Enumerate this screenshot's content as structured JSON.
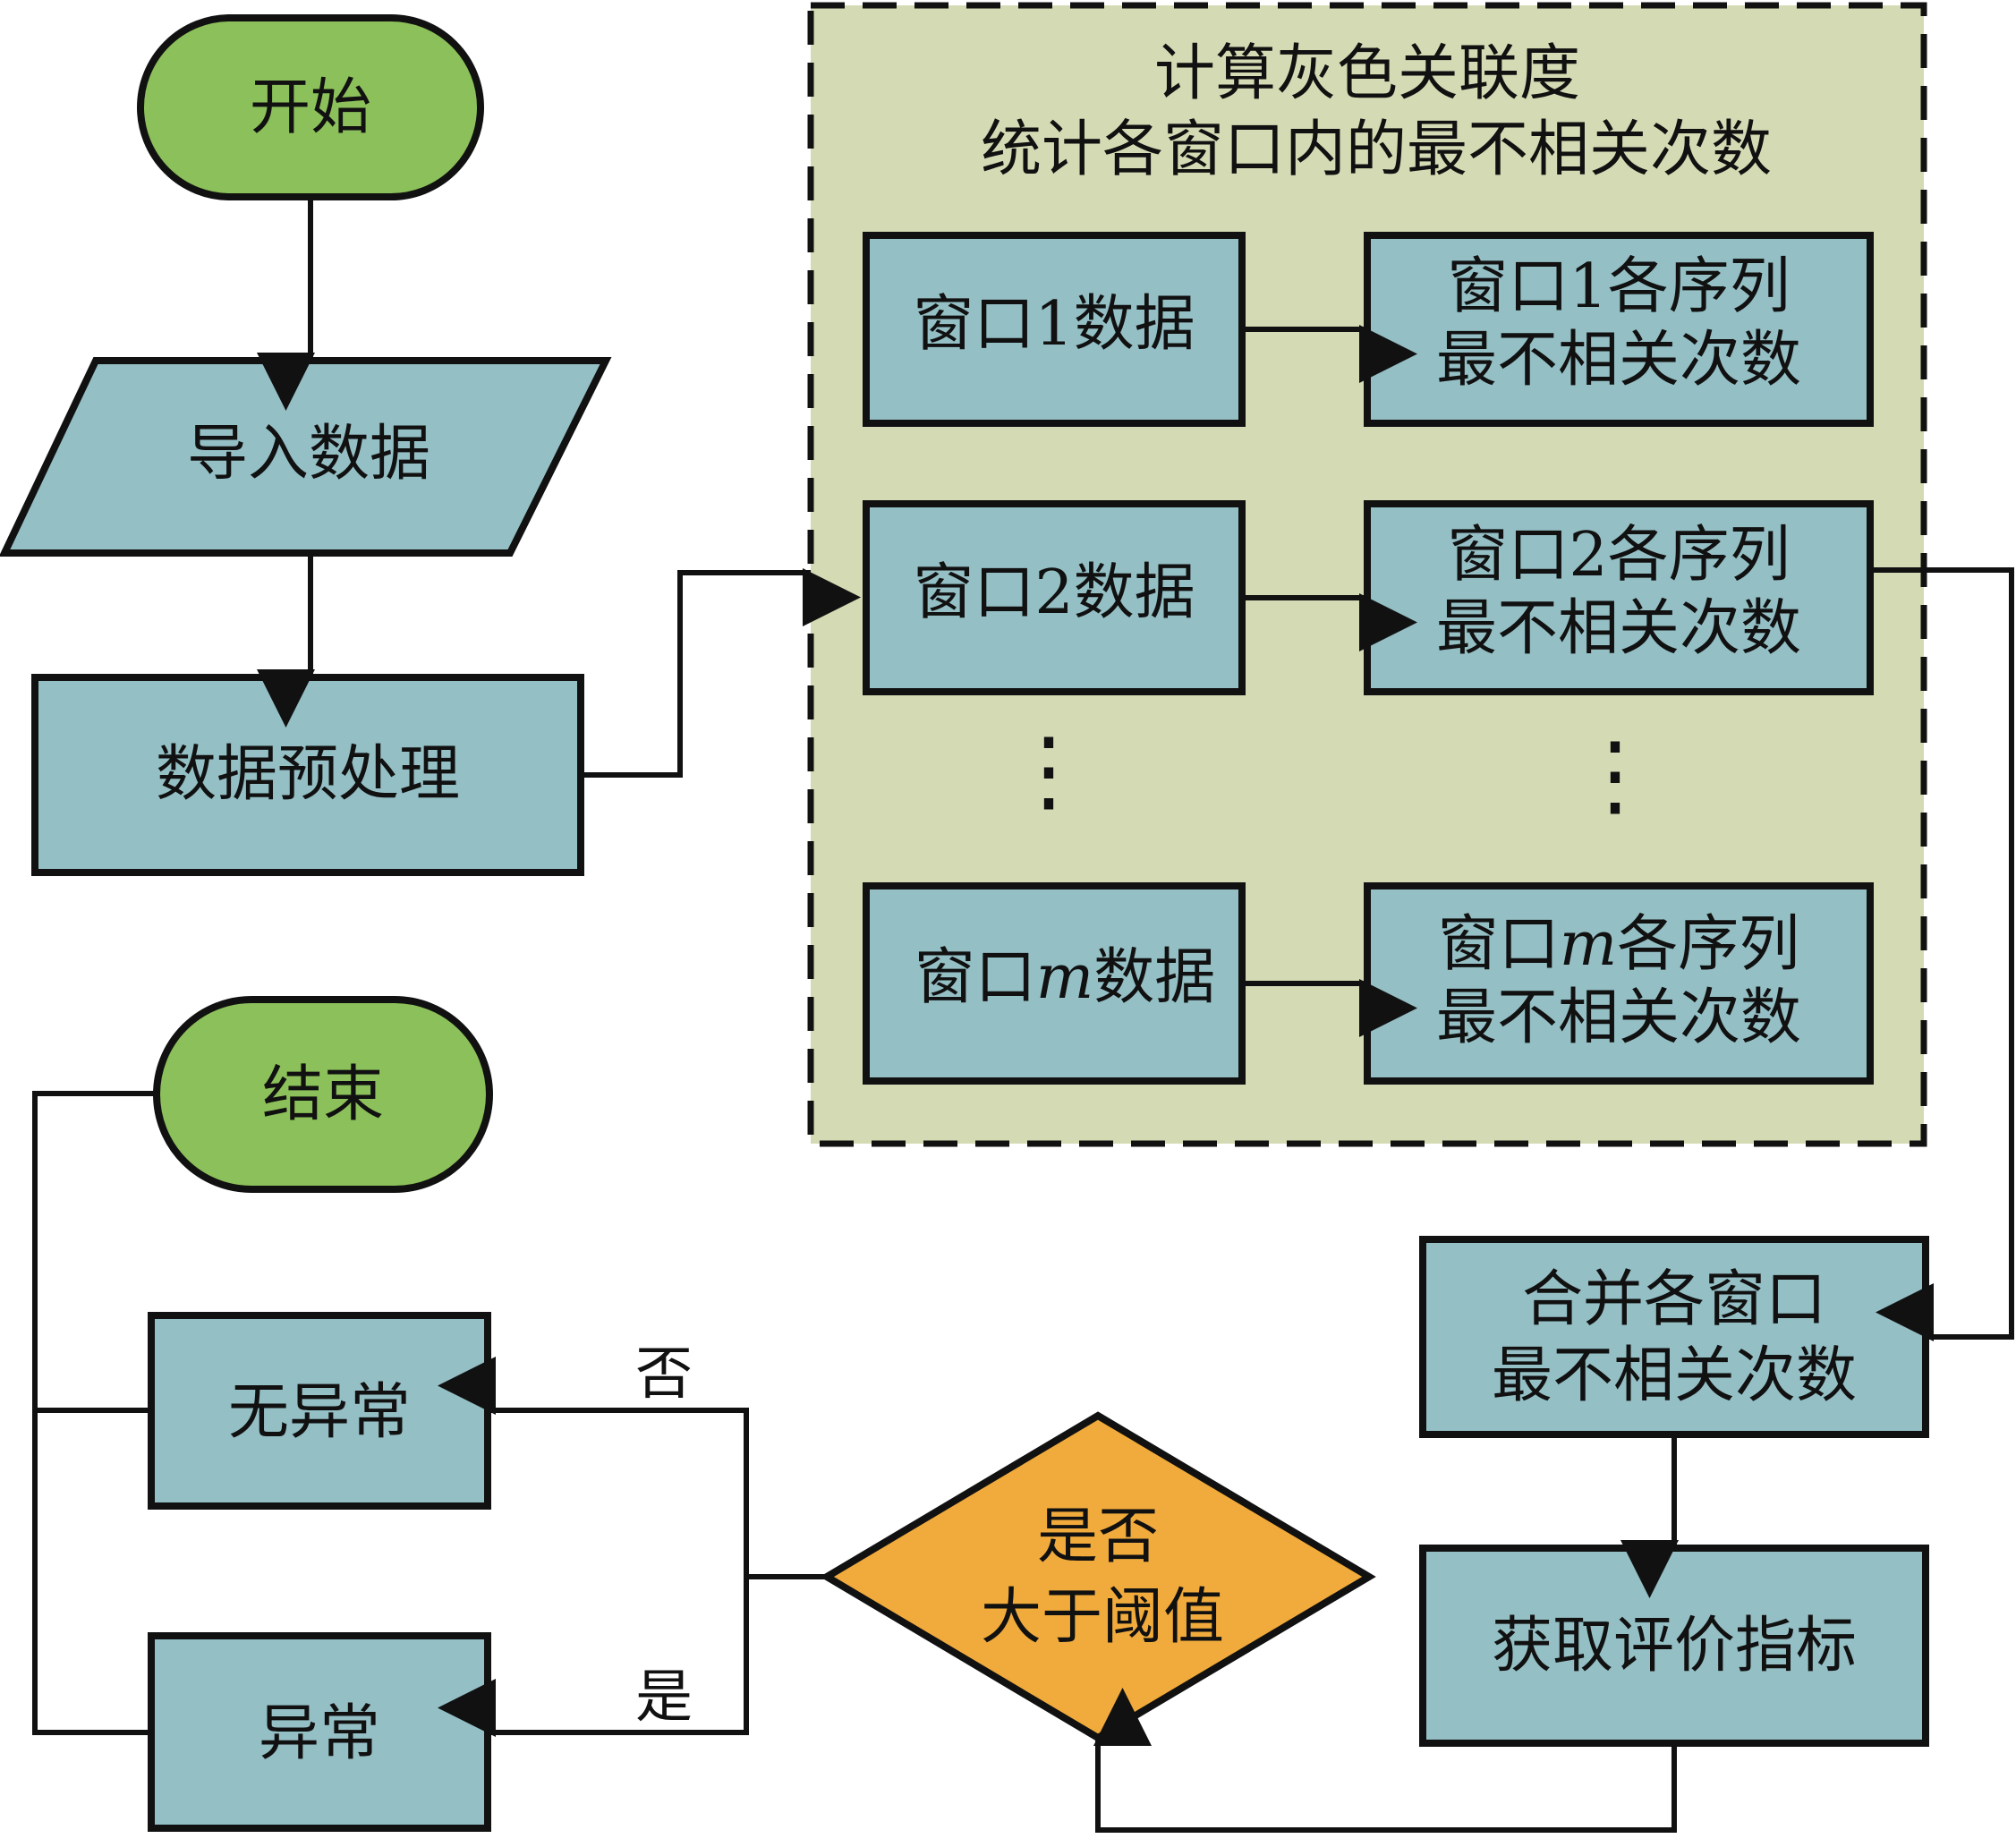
{
  "colors": {
    "terminal": "#8cc05a",
    "process": "#94bfc5",
    "decision": "#f1ab3c",
    "group": "#d4dbb4",
    "stroke": "#111111"
  },
  "nodes": {
    "start": "开始",
    "import": "导入数据",
    "preprocess": "数据预处理",
    "end": "结束",
    "no_anomaly": "无异常",
    "anomaly": "异常",
    "decision": {
      "line1": "是否",
      "line2": "大于阈值"
    },
    "merge": {
      "line1": "合并各窗口",
      "line2": "最不相关次数"
    },
    "metric": "获取评价指标"
  },
  "group": {
    "title1": "计算灰色关联度",
    "title2": "统计各窗口内的最不相关次数",
    "windows": [
      {
        "data_pre": "窗口",
        "idx": "1",
        "data_post": "数据",
        "res_pre": "窗口",
        "res_post": "各序列",
        "res_line2": "最不相关次数"
      },
      {
        "data_pre": "窗口",
        "idx": "2",
        "data_post": "数据",
        "res_pre": "窗口",
        "res_post": "各序列",
        "res_line2": "最不相关次数"
      },
      {
        "data_pre": "窗口",
        "idx": "m",
        "data_post": "数据",
        "res_pre": "窗口",
        "res_post": "各序列",
        "res_line2": "最不相关次数"
      }
    ],
    "ellipsis": "⋮"
  },
  "edges": {
    "no_label": "否",
    "yes_label": "是"
  }
}
